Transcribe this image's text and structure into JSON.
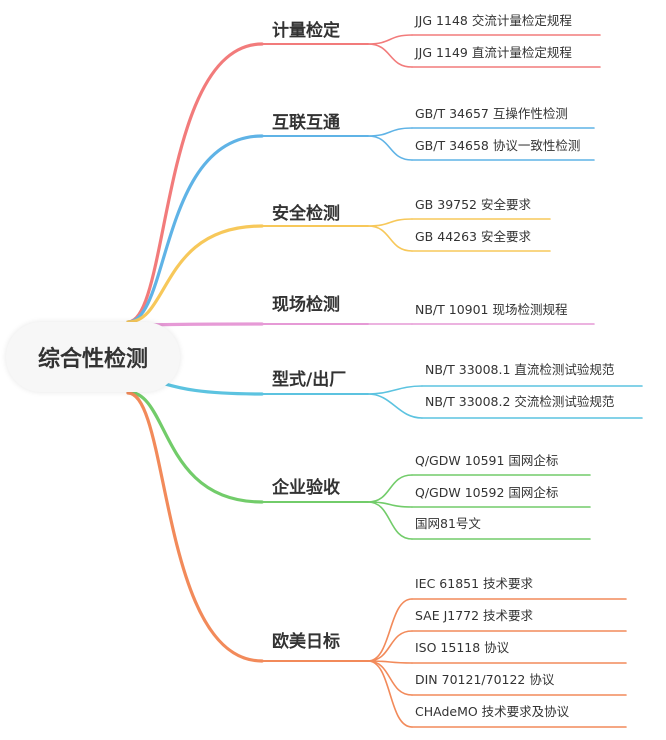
{
  "root": {
    "label": "综合性检测"
  },
  "branches": [
    {
      "label": "计量检定",
      "color": "#f27b7b",
      "items": [
        "JJG 1148 交流计量检定规程",
        "JJG 1149 直流计量检定规程"
      ]
    },
    {
      "label": "互联互通",
      "color": "#5fb3e6",
      "items": [
        "GB/T 34657 互操作性检测",
        "GB/T 34658 协议一致性检测"
      ]
    },
    {
      "label": "安全检测",
      "color": "#f7c85a",
      "items": [
        "GB 39752 安全要求",
        "GB 44263 安全要求"
      ]
    },
    {
      "label": "现场检测",
      "color": "#e69ad6",
      "items": [
        "NB/T 10901 现场检测规程"
      ]
    },
    {
      "label": "型式/出厂",
      "color": "#5cc3e0",
      "items": [
        "NB/T 33008.1 直流检测试验规范",
        "NB/T 33008.2 交流检测试验规范"
      ]
    },
    {
      "label": "企业验收",
      "color": "#72cc6a",
      "items": [
        "Q/GDW 10591 国网企标",
        "Q/GDW 10592 国网企标",
        "国网81号文"
      ]
    },
    {
      "label": "欧美日标",
      "color": "#f28a5a",
      "items": [
        "IEC 61851 技术要求",
        "SAE J1772 技术要求",
        "ISO 15118 协议",
        "DIN 70121/70122 协议",
        "CHAdeMO 技术要求及协议"
      ]
    }
  ]
}
